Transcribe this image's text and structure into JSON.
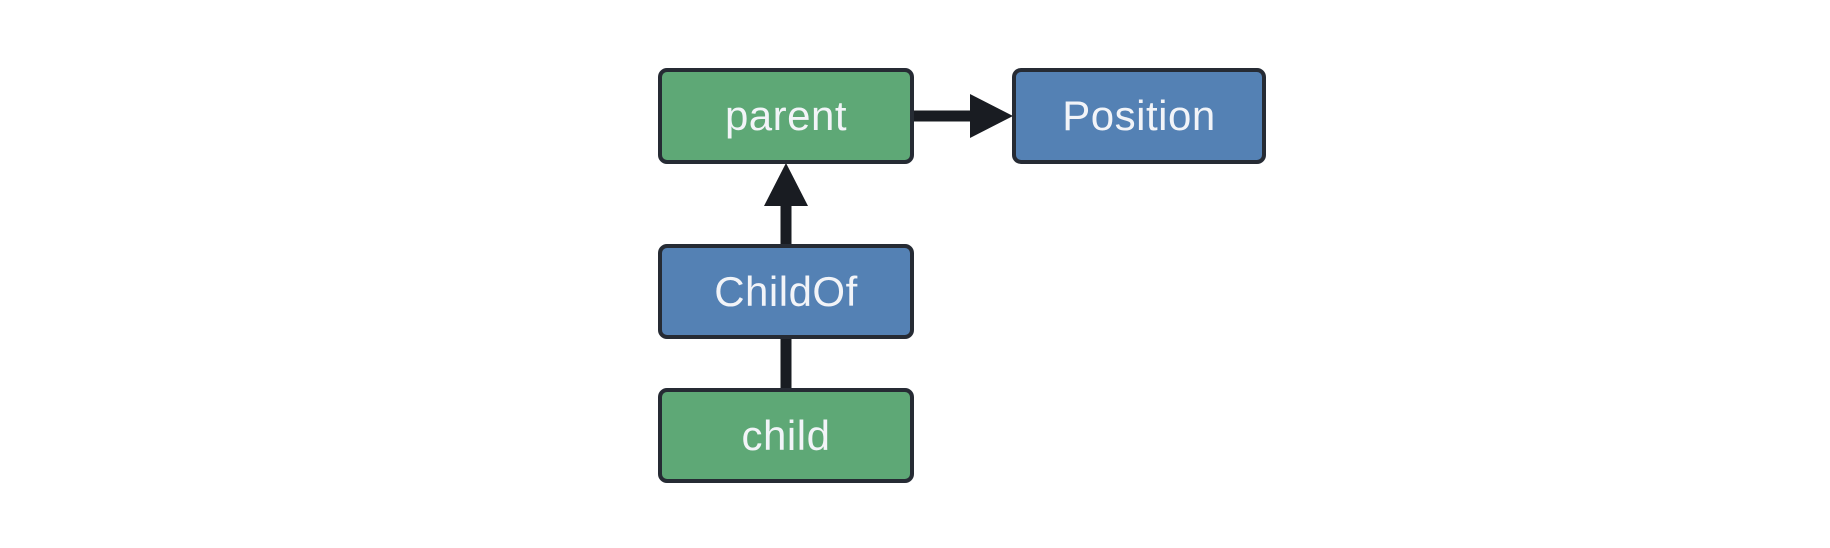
{
  "diagram": {
    "background": "#ffffff",
    "colors": {
      "entity_fill": "#5ea876",
      "component_fill": "#5481b4",
      "node_border": "#262b34",
      "arrow": "#191c22",
      "label": "#f2f4f8",
      "canvas_bg": "#ffffff"
    },
    "nodes": [
      {
        "id": "parent",
        "label": "parent",
        "kind": "entity",
        "fill": "green"
      },
      {
        "id": "Position",
        "label": "Position",
        "kind": "component",
        "fill": "blue"
      },
      {
        "id": "ChildOf",
        "label": "ChildOf",
        "kind": "relationship",
        "fill": "blue"
      },
      {
        "id": "child",
        "label": "child",
        "kind": "entity",
        "fill": "green"
      }
    ],
    "edges": [
      {
        "from": "parent",
        "to": "Position",
        "type": "arrow",
        "direction": "right"
      },
      {
        "from": "ChildOf",
        "to": "parent",
        "type": "arrow",
        "direction": "up"
      },
      {
        "from": "child",
        "to": "ChildOf",
        "type": "line",
        "direction": "up"
      }
    ]
  }
}
